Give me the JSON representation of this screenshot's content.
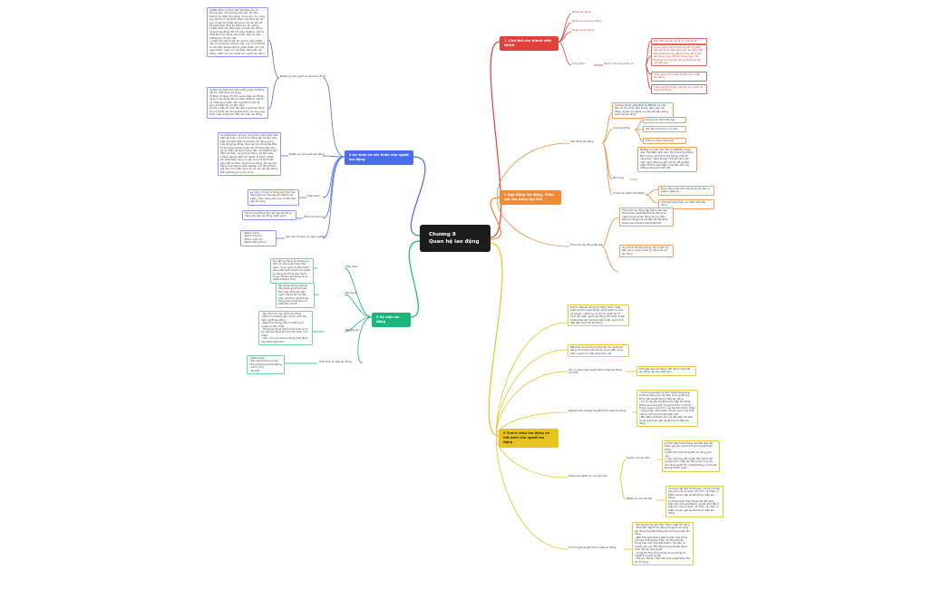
{
  "center": {
    "line1": "Chương 8",
    "line2": "Quan hệ lao động"
  },
  "colors": {
    "red": "#e2403a",
    "orange": "#f08b3a",
    "blue": "#4a6cf0",
    "green": "#19b57a",
    "yellow": "#e8c420"
  },
  "b1": {
    "title": "1. Chủ thể của thành viên QHLĐ",
    "c1": "Người lao động",
    "c2": "Người sử dụng lao động",
    "c3": "Quan hệ lao động",
    "c4": "Công đoàn",
    "c4sub": "Vai trò của công đoàn là",
    "r1": "Bảo đảm quyền và lợi ích hợp pháp",
    "r2": "Tham gia thương lượng ký kết và giám sát việc thực hiện thỏa ước lao động tập thể, thang lương, bảng lương, định mức lao động, quy chế trả lương, quy chế thưởng, nội quy lao động; đối thoại tại nơi làm việc",
    "r3": "Tham gia hỗ trợ giải quyết tranh chấp lao động",
    "r4": "Tham gia đối thoại, hợp tác với người sử dụng lao động"
  },
  "b2": {
    "title": "2 Hợp đồng lao động, Thỏa ước lao động tập thể",
    "a": "Hợp đồng lao động",
    "a1": "Là thỏa thuận giữa NLĐ và NSDLĐ về việc làm có trả công, tiền lương, điều kiện lao động, quyền và nghĩa vụ của mỗi bên trong quan hệ lao động",
    "a2": "Loại hợp đồng",
    "a2x": "Không xác định thời hạn",
    "a2y": "Xác định thời hạn 1-3 năm",
    "a2z": "Thời vụ, theo công việc",
    "a3": "Nội dung",
    "a3t": "Những chủ yếu: Tên địa chỉ NSDLĐ; Công việc, địa điểm làm việc; Thời hạn hợp đồng; Mức lương, hình thức trả lương; Chế độ nâng bậc, nâng lương; Thời giờ làm việc, nghỉ ngơi; Trang bị bảo hộ lao động; Bảo hiểm xã hội, bảo hiểm y tế; Đào tạo, bồi dưỡng nâng cao trình độ",
    "a4": "Vi làm và chấm dứt HĐLĐ",
    "a4a": "Được thực hiện khi một trong các bên vi phạm nghĩa vụ",
    "a4b": "Thời hạn tạm hoãn và chấm dứt hợp đồng",
    "b": "Thỏa ước lao động tập thể",
    "b1t": "Thỏa ước lao động tập thể là văn bản thỏa thuận giữa tập thể lao động và người sử dụng lao động về các điều kiện lao động mà hai bên đã đạt được thông qua thương lượng tập thể",
    "b2t": "Quy trình: thương lượng, lấy ý kiến, ký kết, gửi cơ quan quản lý nhà nước về lao động"
  },
  "b3": {
    "title": "3 An toàn và sức khỏe của người lao động",
    "s1": "Nghĩa vụ của người sử dụng lao động",
    "s1t": "a) Bảo đảm nơi làm việc đạt yêu cầu về không gian, độ thoáng, bụi, hơi, khí độc, phóng xạ, điện từ trường, nóng, ẩm, ồn, rung, các yếu tố có hại khác được quy định tại các quy chuẩn kỹ thuật liên quan và các yếu tố đó phải được định kỳ kiểm tra, đo lường;\nb) Bảo đảm các điều kiện an toàn lao động, vệ sinh lao động đối với máy, thiết bị, vật tư, chất được sử dụng, vận hành, bảo trì, bảo dưỡng tại nơi làm việc;\nc) Kiểm tra, đánh giá các yếu tố nguy hiểm, yếu tố có hại tại nơi làm việc của cơ sở để đề ra các biện pháp loại trừ, giảm thiểu các mối nguy hiểm, nguy cơ; cải thiện điều kiện lao động, chăm sóc sức khỏe cho người lao động",
    "s1u": "d) Định kỳ kiểm tra, bảo dưỡng máy, thiết bị, vật tư, chất được sử dụng;\nđ) Phải có bảng chỉ dẫn về an toàn lao động, vệ sinh lao động đối với máy, thiết bị, vật tư và chất nguy hiểm, độc hại đặt ở vị trí dễ đọc, dễ thấy tại nơi làm việc;\ne) Lấy ý kiến tổ chức đại diện người lao động tại cơ sở khi xây dựng kế hoạch, nội quy, quy trình, biện pháp bảo đảm an toàn lao động",
    "s2": "Nghĩa vụ của người lao động",
    "s2t": "a) Chấp hành nội quy, quy trình, biện pháp bảo đảm an toàn, vệ sinh lao động tại nơi làm việc; tuân thủ giao kết về an toàn lao động trong hợp đồng lao động, thỏa ước lao động tập thể;\nb) Sử dụng và bảo quản các phương tiện bảo vệ cá nhân đã được trang cấp; các thiết bị bảo đảm an toàn, vệ sinh lao động nơi làm việc;\nc) Báo cáo kịp thời với người có trách nhiệm khi phát hiện nguy cơ xảy ra sự cố kỹ thuật gây mất an toàn, vệ sinh lao động, tai nạn lao động hoặc bệnh nghề nghiệp; chủ động tham gia cấp cứu, khắc phục sự cố, tai nạn lao động theo phương án xử lý sự cố",
    "s3": "Khái niệm",
    "s3t": "Là nguy cơ xảy ra trong quá trình lao động gây tổn thương cho bất kỳ bộ phận, chức năng nào của cơ thể hoặc gây tử vong",
    "s4": "Phân loại tai nạn",
    "s4t": "Tai nạn lao động nhẹ, tai nạn lao động nặng, tai nạn lao động chết người",
    "s5": "Các yếu tố nguy cơ nghề nghiệp",
    "s5t": "- Nhóm vật lý\n- Nhóm hóa học\n- Nhóm sinh học\n- Nhóm tâm sinh lý"
  },
  "b4": {
    "title": "4 Kỷ luật lao động",
    "k1": "Khái niệm",
    "k1t": "Kỷ luật lao động là những quy định về việc tuân theo thời gian, công nghệ và điều hành sản xuất, kinh doanh do người sử dụng lao động ban hành trong nội quy lao động và do pháp luật quy định",
    "k2": "Nội dung",
    "k2t": "Nội dung của kỷ luật lao động bao gồm: thời giờ làm việc, thời giờ nghỉ ngơi; trật tự tại nơi làm việc; an toàn, vệ sinh lao động; bảo vệ tài sản, bí mật kinh doanh",
    "k3": "Nguyên tắc",
    "k3t": "- Xác định lỗi của người lao động\n- Phải có sự tham gia của tổ chức đại diện người lao động\n- Người lao động phải có mặt và có quyền tự bào chữa\n- Không áp dụng nhiều hình thức xử lý kỷ luật lao động đối với một hành vi vi phạm\n- Việc xử lý kỷ luật lao động phải được ghi thành biên bản",
    "k4": "Hình thức kỷ luật lao động",
    "k4t": "- Khiển trách\n- Kéo dài thời hạn nâng lương không quá 06 tháng\n- Cách chức\n- Sa thải"
  },
  "b5": {
    "title": "5 Tranh chấp lao động và bất bình của người lao động",
    "t1": "Tranh chấp lao động là những tranh chấp phát sinh từ quan hệ lao động giữa các bên về quyền, nghĩa vụ và lợi ích; giữa các tổ chức đại diện người lao động với nhau; tranh chấp phát sinh từ quan hệ có liên quan trực tiếp đến quan hệ lao động",
    "t2": "Bất bình là sự không hài lòng của người lao động với những vấn đề liên quan đến công việc, quyền lợi, điều kiện làm việc",
    "t3": "Hòa giải viên lao động, Hội đồng trọng tài lao động, Tòa án nhân dân",
    "t3k": "Các cơ quan giải quyết tranh chấp lao động cá nhân",
    "t4": "Nguyên tắc của giải quyết tranh chấp lao động",
    "t4t": "- Tôn trọng quyền tự định đoạt thông qua thương lượng của các bên trong suốt quá trình giải quyết tranh chấp lao động\n- Coi trọng giải quyết tranh chấp lao động thông qua hòa giải, trọng tài trên cơ sở tôn trọng quyền và lợi ích của hai bên tranh chấp\n- Công khai, minh bạch, khách quan, kịp thời, nhanh chóng và đúng pháp luật\n- Bảo đảm sự tham gia của đại diện các bên trong quá trình giải quyết tranh chấp lao động",
    "t5": "Quyền và nghĩa vụ của các bên",
    "t5a": "Quyền của các bên",
    "t5at": "a) Trực tiếp hoặc thông qua đại diện để tham gia vào quá trình giải quyết tranh chấp;\nb) Rút đơn hoặc thay đổi nội dung yêu cầu;\nc) Yêu cầu thay đổi người tiến hành giải quyết tranh chấp lao động nếu có lý do cho rằng người đó có thể không vô tư hoặc không khách quan",
    "t5b": "Nghĩa vụ của các bên",
    "t5bt": "a) Cung cấp đầy đủ tài liệu, chứng cứ theo yêu cầu của cơ quan, tổ chức, cá nhân có thẩm quyền giải quyết tranh chấp lao động;\nb) Chấp hành thỏa thuận đã đạt được, biên bản hòa giải thành, quyết định đã có hiệu lực của cơ quan, tổ chức, cá nhân có thẩm quyền giải quyết tranh chấp lao động",
    "t6": "Trình tự giải quyết tranh chấp lao động",
    "t6t": "- Thông báo và ghi nhận tranh chấp lao động\n- Hòa giải: Người lao động và người sử dụng lao động hòa giải thông qua hòa giải viên lao động\n- Nếu hòa giải không thành hoặc một trong các bên không thực hiện các thỏa thuận trong biên bản hòa giải thành, các bên có quyền yêu cầu Hội đồng trọng tài lao động hoặc Tòa án giải quyết\n- Trọng tài: Hội đồng trọng tài lao động ra quyết định giải quyết\n- Tòa án: Tòa án nhân dân giải quyết theo thủ tục tố tụng"
  }
}
